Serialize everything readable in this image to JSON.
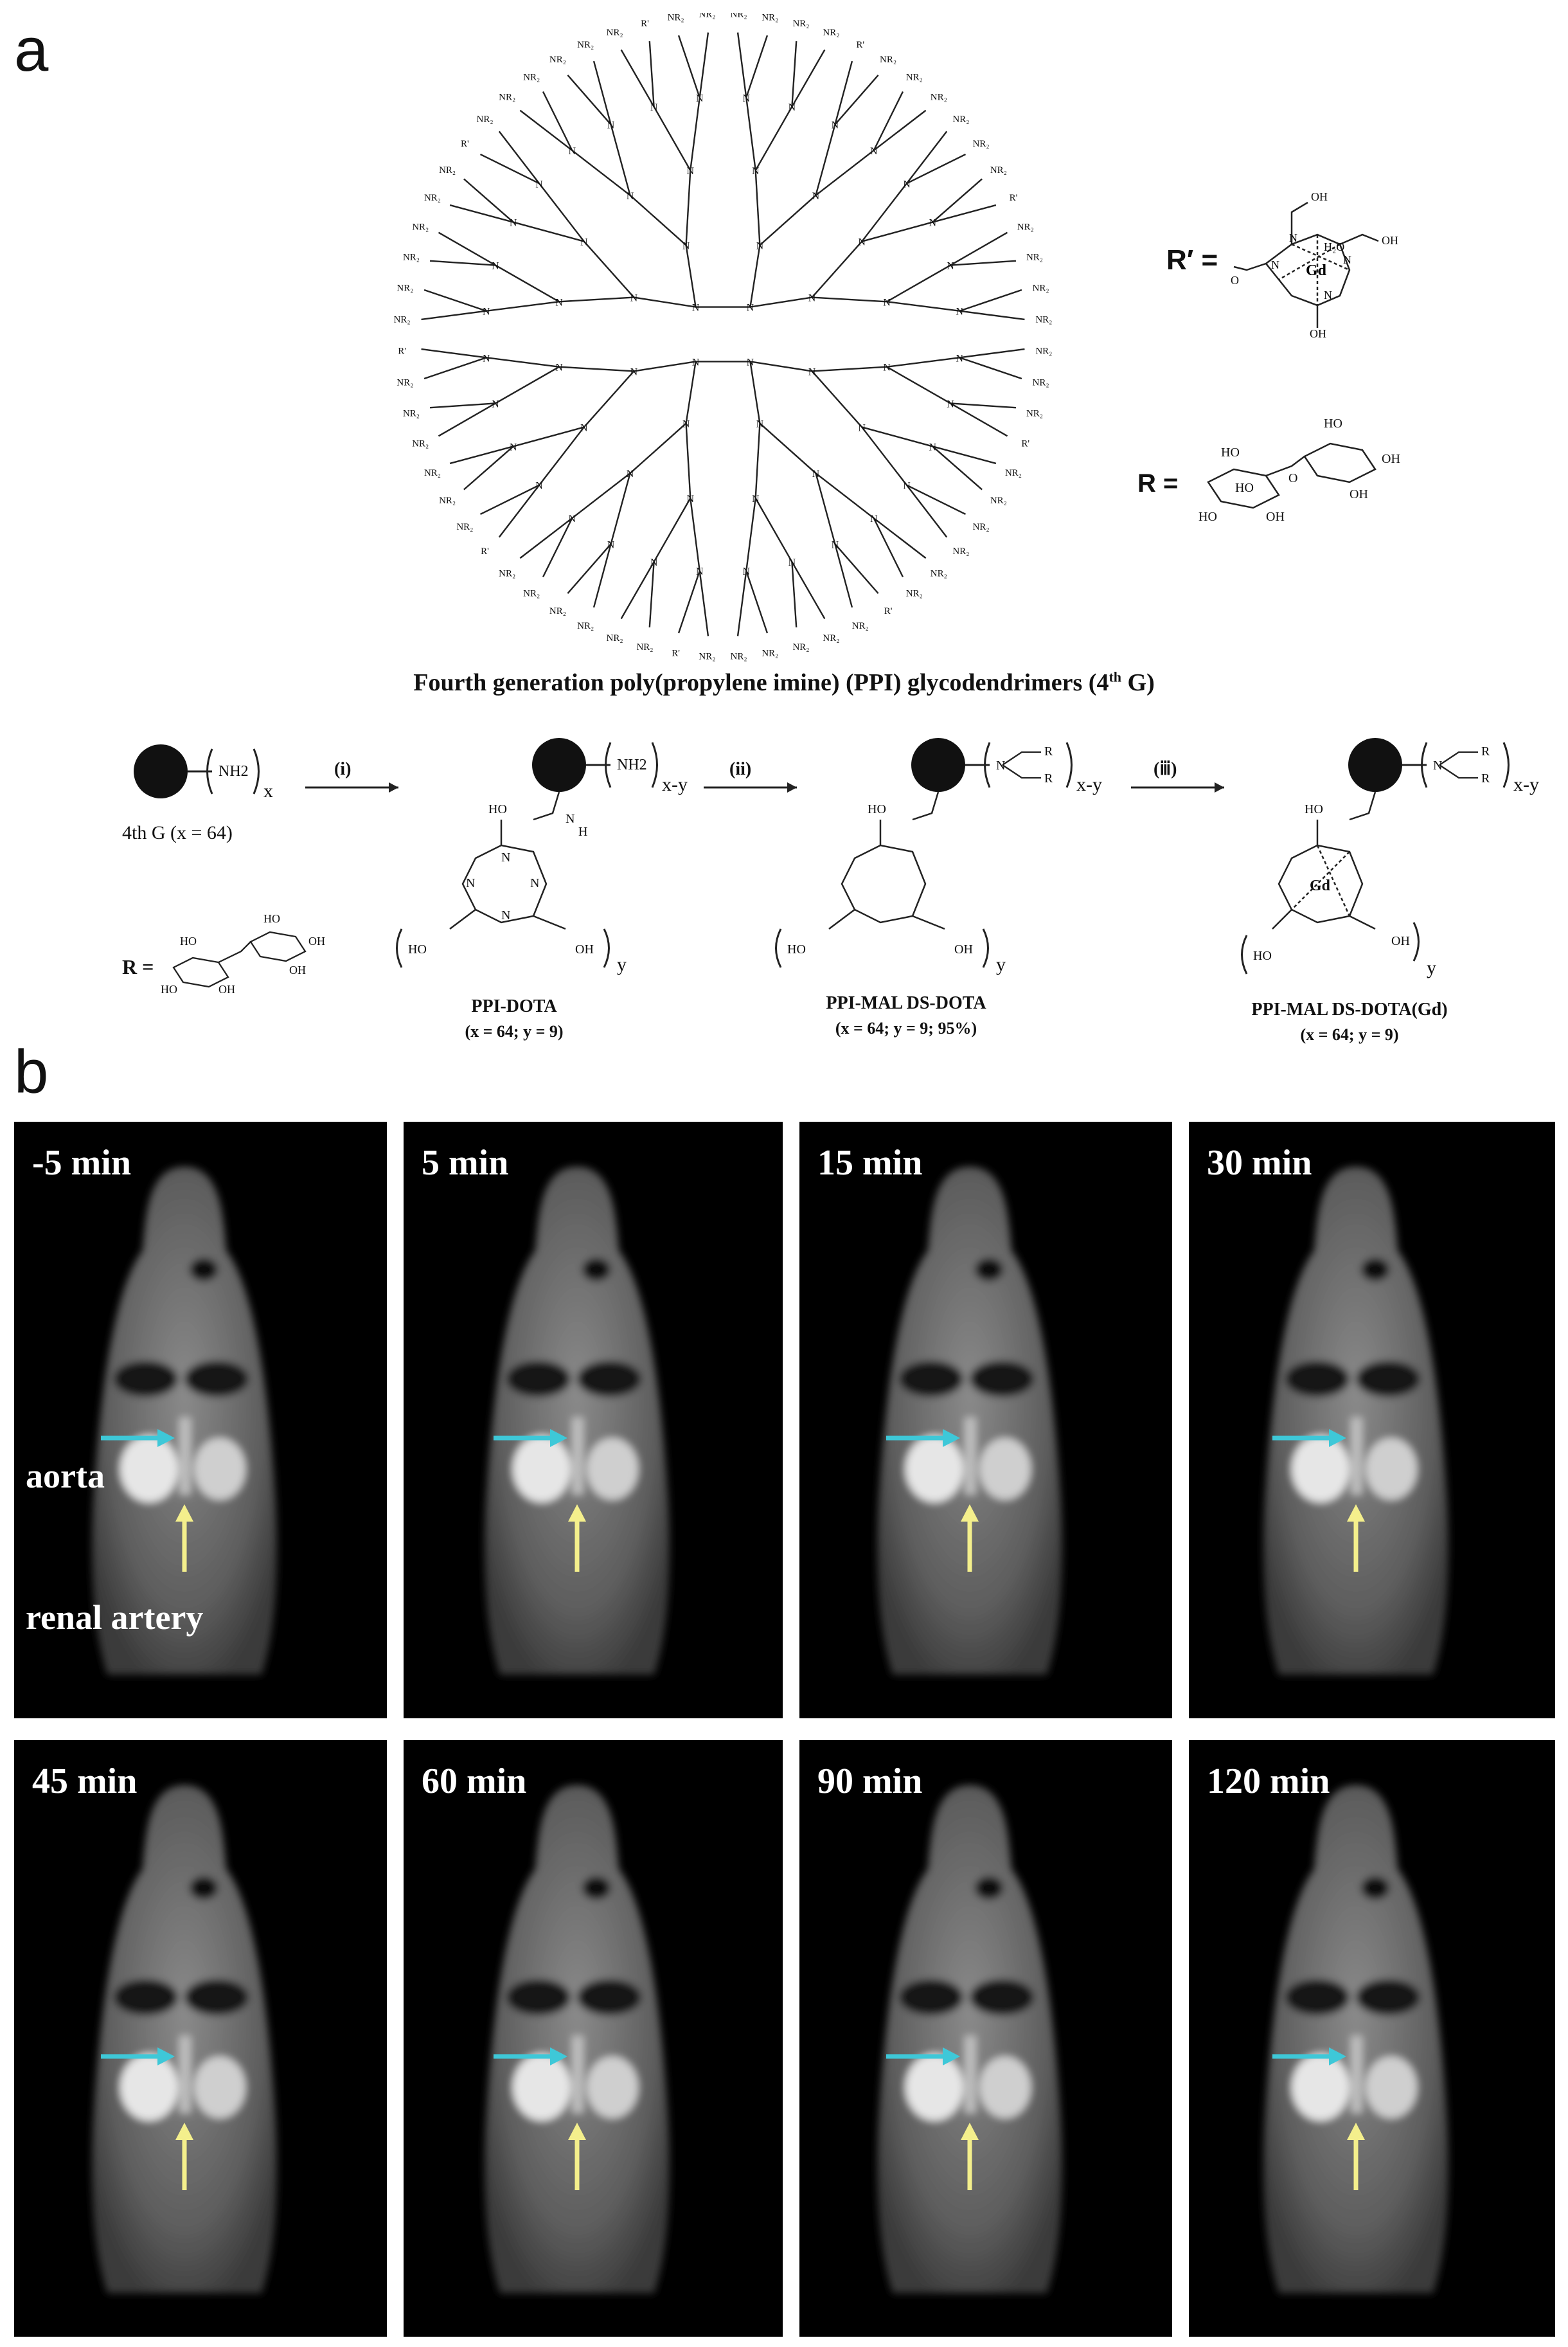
{
  "panel_a": {
    "letter": "a",
    "dendrimer_caption": "Fourth generation poly(propylene imine) (PPI) glycodendrimers (4",
    "caption_super": "th",
    "caption_end": " G)",
    "r_prime_label": "R′ =",
    "r_label": "R =",
    "r_label_bottom": "R =",
    "gd": "Gd",
    "start_label": "4th G (x = 64)",
    "step_i": "(i)",
    "step_ii": "(ii)",
    "step_iii": "(ⅲ)",
    "compound1_name": "PPI-DOTA",
    "compound1_params": "(x = 64; y = 9)",
    "compound2_name": "PPI-MAL DS-DOTA",
    "compound2_params": "(x = 64; y = 9; 95%)",
    "compound3_name": "PPI-MAL DS-DOTA(Gd)",
    "compound3_params": "(x = 64; y = 9)",
    "nh2": "NH2",
    "x": "x",
    "x_y": "x-y",
    "y": "y"
  },
  "panel_b": {
    "letter": "b",
    "aorta_label": "aorta",
    "renal_label": "renal artery",
    "arrow_colors": {
      "aorta": "#3ec8d8",
      "renal": "#f4ef8c"
    },
    "panels": [
      {
        "time": "-5 min"
      },
      {
        "time": "5 min"
      },
      {
        "time": "15 min"
      },
      {
        "time": "30 min"
      },
      {
        "time": "45 min"
      },
      {
        "time": "60 min"
      },
      {
        "time": "90 min"
      },
      {
        "time": "120 min"
      }
    ]
  }
}
